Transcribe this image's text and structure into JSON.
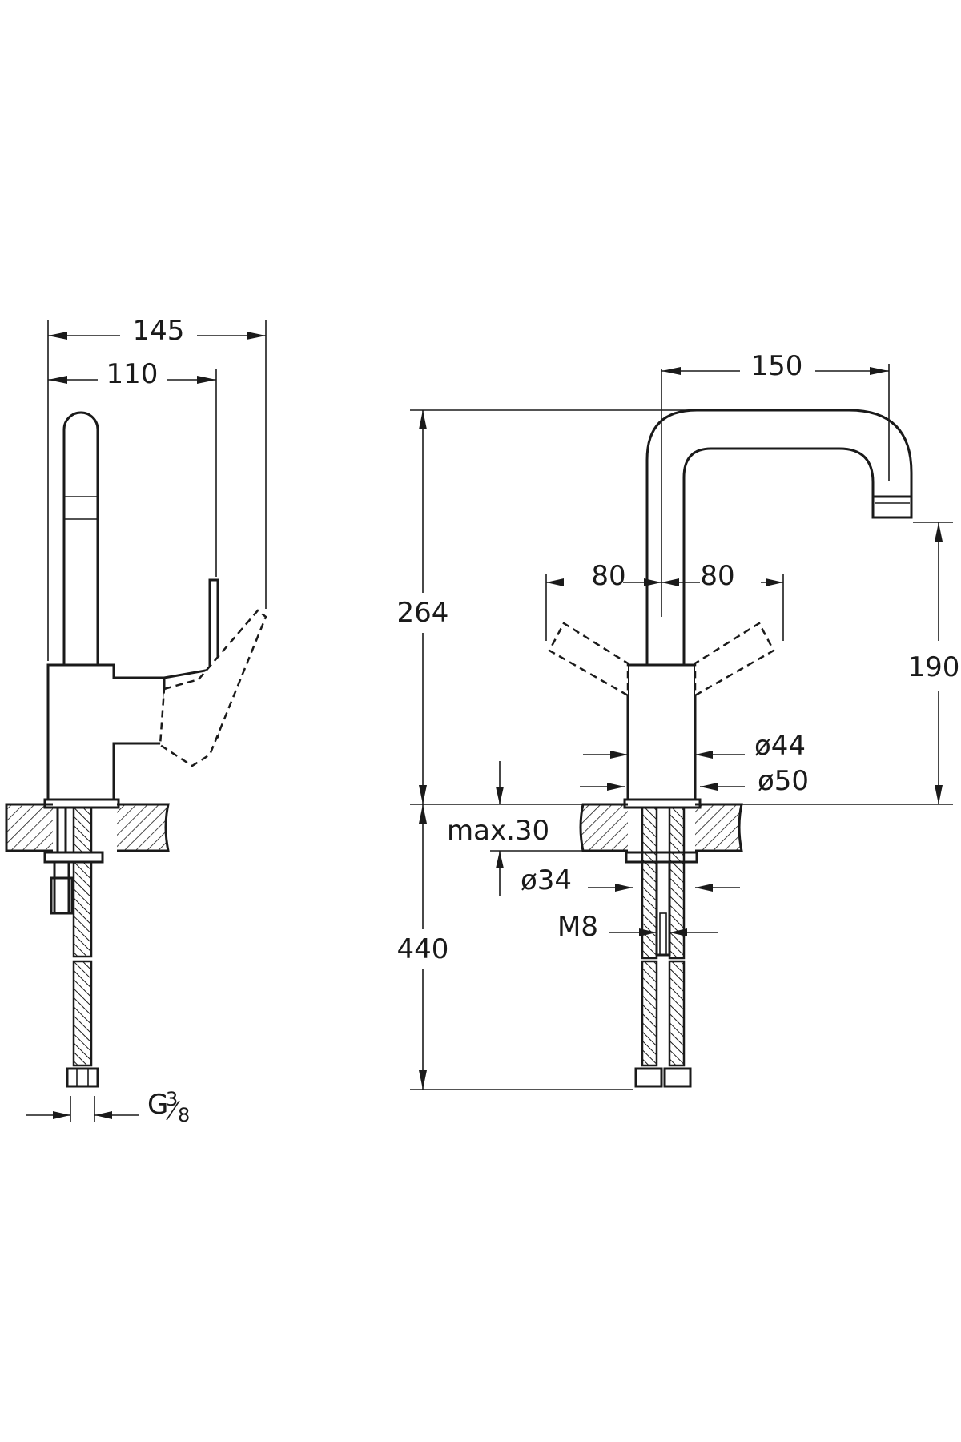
{
  "dimensions": {
    "side_total_width": "145",
    "side_handle_width": "110",
    "front_spout_reach": "150",
    "total_height": "264",
    "hose_length": "440",
    "spout_height": "190",
    "handle_left": "80",
    "handle_right": "80",
    "body_diameter_44": "ø44",
    "body_diameter_50": "ø50",
    "max_thickness": "max.30",
    "hole_diameter": "ø34",
    "stud_thread": "M8",
    "connection_main": "G",
    "connection_num": "3",
    "connection_den": "8"
  }
}
